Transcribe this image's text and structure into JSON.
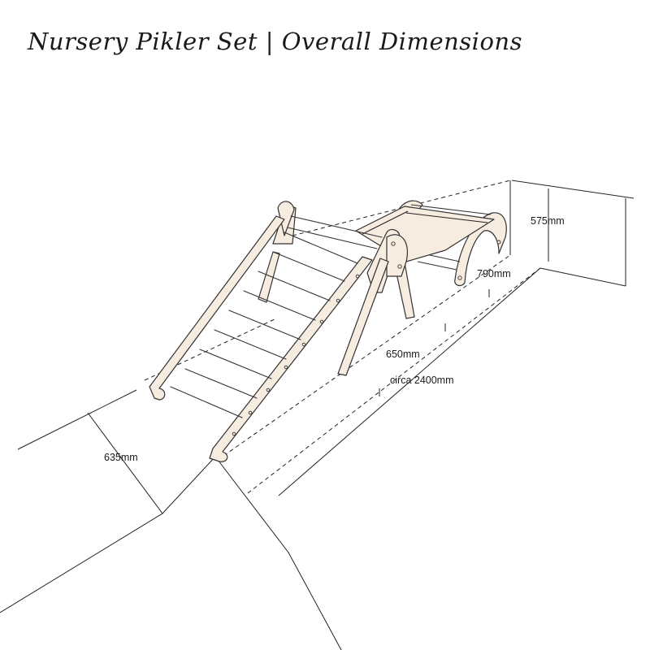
{
  "title": "Nursery Pikler Set | Overall Dimensions",
  "dimensions": {
    "height": "575mm",
    "arch_length": "790mm",
    "triangle_length": "650mm",
    "overall_length": "circa 2400mm",
    "width": "635mm"
  },
  "colors": {
    "wood": "#f6ecdf",
    "line": "#222222"
  }
}
